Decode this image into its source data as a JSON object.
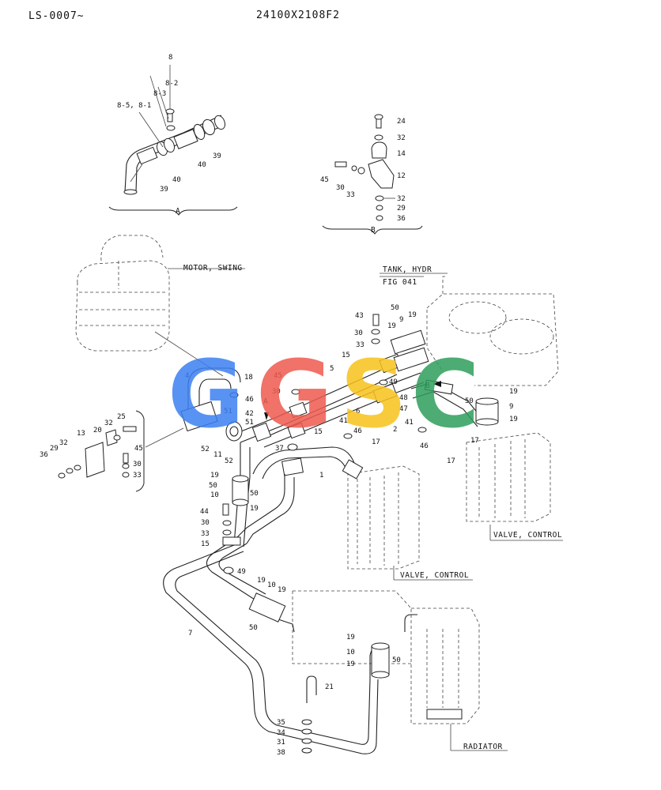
{
  "header": {
    "serial": "LS-0007~",
    "drawing_no": "24100X2108F2"
  },
  "captions": {
    "motor_swing": "MOTOR, SWING",
    "tank_hydr": "TANK, HYDR",
    "tank_fig": "FIG 041",
    "valve_control_1": "VALVE, CONTROL",
    "valve_control_2": "VALVE, CONTROL",
    "radiator": "RADIATOR",
    "detail_a": "A",
    "detail_b": "B",
    "callout_a": "A",
    "callout_b": "B"
  },
  "watermark": {
    "letters": [
      "G",
      "G",
      "S",
      "C"
    ],
    "colors": [
      "#3b7ff2",
      "#ee5a4e",
      "#f7c31c",
      "#2e9e5b"
    ]
  },
  "callouts": {
    "detail_a": [
      "8",
      "8-2",
      "8-3",
      "8-5, 8-1",
      "39",
      "40",
      "40",
      "39"
    ],
    "detail_b": [
      "24",
      "32",
      "14",
      "12",
      "45",
      "30",
      "33",
      "32",
      "29",
      "36"
    ],
    "left_bracket": [
      "25",
      "32",
      "20",
      "13",
      "36",
      "29",
      "32",
      "45",
      "30",
      "33"
    ],
    "main_upper": [
      "43",
      "50",
      "19",
      "9",
      "19",
      "30",
      "33",
      "15",
      "5",
      "18",
      "4",
      "45",
      "30",
      "46",
      "51",
      "42",
      "51",
      "52",
      "11",
      "52",
      "49",
      "48",
      "47",
      "6",
      "41",
      "46",
      "2",
      "17",
      "15",
      "37",
      "1",
      "41",
      "46",
      "17",
      "50",
      "19",
      "9",
      "19",
      "17"
    ],
    "main_lower": [
      "19",
      "50",
      "10",
      "50",
      "19",
      "44",
      "30",
      "33",
      "15",
      "49",
      "7",
      "19",
      "10",
      "19",
      "50",
      "19",
      "10",
      "50",
      "19",
      "21",
      "35",
      "34",
      "31",
      "38"
    ]
  }
}
